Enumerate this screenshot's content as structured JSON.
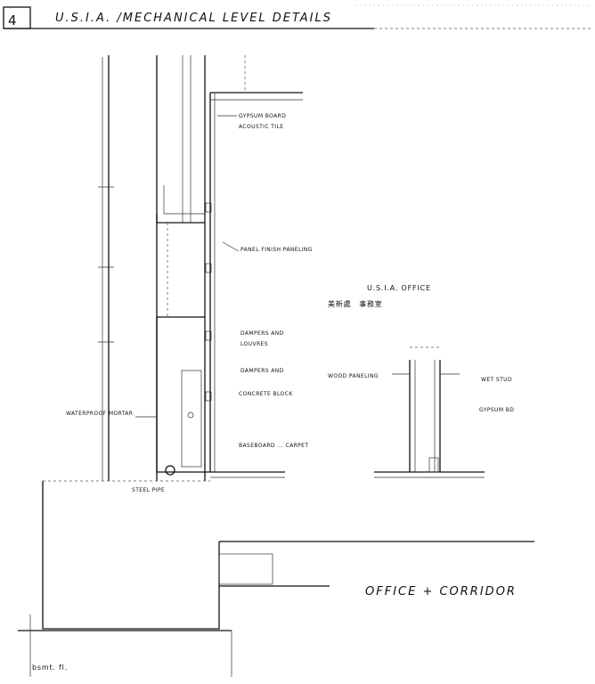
{
  "title_block": {
    "sheet_number": "4",
    "title": "U.S.I.A. /MECHANICAL LEVEL DETAILS"
  },
  "section_callouts": {
    "gypsum_board": "GYPSUM BOARD",
    "acoustic_tile": "ACOUSTIC TILE",
    "panel_note": "PANEL FINISH PANELING",
    "ducts_and_shafts": "DAMPERS AND",
    "louvres": "LOUVRES",
    "dampers_again": "DAMPERS AND",
    "concrete_block": "CONCRETE BLOCK",
    "waterproof_mortar": "WATERPROOF MORTAR",
    "baseboard": "BASEBOARD ... CARPET",
    "steel_pipe": "STEEL PIPE",
    "wood_paneling": "WOOD PANELING",
    "wet_stud": "WET STUD",
    "gypsum_bd": "GYPSUM BD"
  },
  "usia_office": {
    "label": "U.S.I.A. OFFICE",
    "chinese": "美新處　事務室"
  },
  "office_corridor": "OFFICE + CORRIDOR",
  "bottom_label": "bsmt. fl."
}
